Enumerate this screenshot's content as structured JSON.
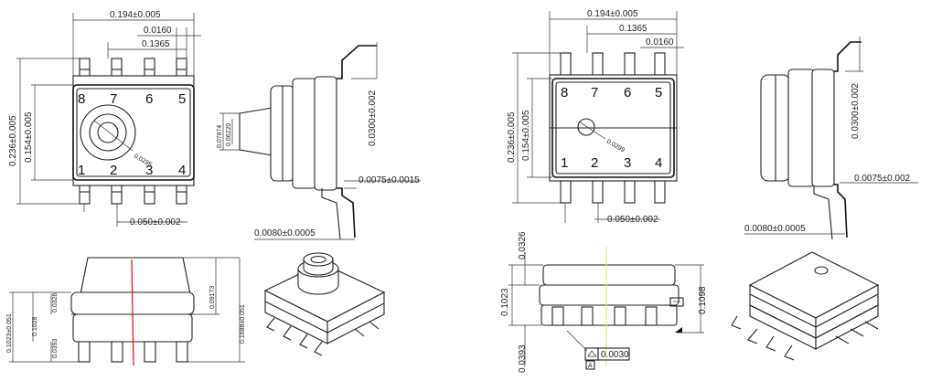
{
  "left": {
    "top": {
      "width": "0.194±0.005",
      "pin_w": "0.0160",
      "pitch3": "0.1365",
      "height_total": "0.236±0.005",
      "height_body": "0.154±0.005",
      "pitch": "0.050±0.002",
      "port": "0.0295",
      "pins": [
        "8",
        "7",
        "6",
        "5",
        "1",
        "2",
        "3",
        "4"
      ]
    },
    "side": {
      "port_od": "0.07874",
      "port_id": "0.06220",
      "standoff": "0.0300±0.002",
      "lead_t": "0.0075±0.0015",
      "lead_w": "0.0080±0.0005"
    },
    "front": {
      "h_total": "0.1023±0.051",
      "h_mid": "0.1028",
      "h_top": "0.0326",
      "h_bot": "0.0393",
      "h_port": "0.09173",
      "h_overall": "0.1688±0.051"
    }
  },
  "right": {
    "top": {
      "width": "0.194±0.005",
      "pitch3": "0.1365",
      "pin_w": "0.0160",
      "height_total": "0.236±0.005",
      "height_body": "0.154±0.005",
      "pitch": "0.050±0.002",
      "port": "0.0299",
      "pins": [
        "8",
        "7",
        "6",
        "5",
        "1",
        "2",
        "3",
        "4"
      ]
    },
    "side": {
      "standoff": "0.0300±0.002",
      "lead_t": "0.0075±0.002",
      "lead_w": "0.0080±0.0005"
    },
    "front": {
      "h_top": "0.0326",
      "h_total": "0.1023",
      "h_overall": "0.1098",
      "h_bot": "0.0393",
      "flatness": "0.0030",
      "datum": "A"
    }
  }
}
